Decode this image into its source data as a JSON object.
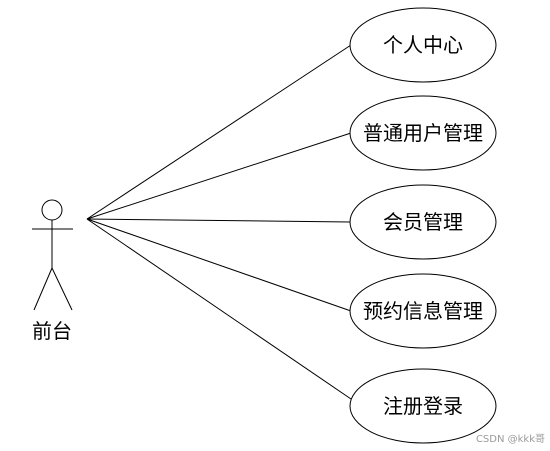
{
  "actor": {
    "label": "前台"
  },
  "use_cases": [
    {
      "label": "个人中心"
    },
    {
      "label": "普通用户管理"
    },
    {
      "label": "会员管理"
    },
    {
      "label": "预约信息管理"
    },
    {
      "label": "注册登录"
    }
  ],
  "watermark": "CSDN @kkk哥",
  "colors": {
    "stroke": "#000000",
    "background": "#ffffff",
    "watermark": "#9a9a9a"
  }
}
